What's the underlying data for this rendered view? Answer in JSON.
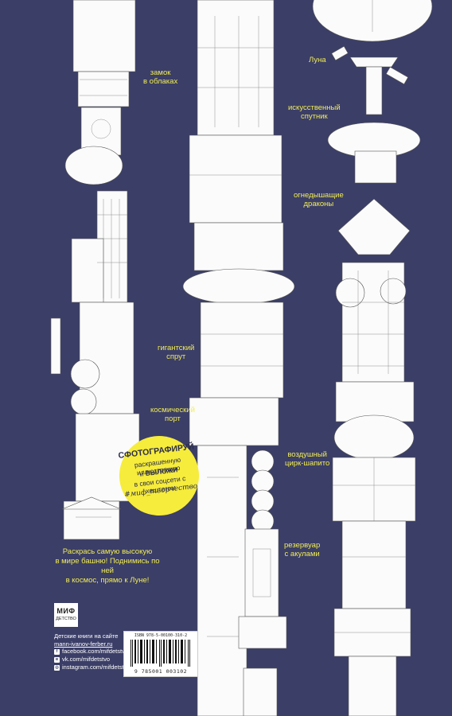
{
  "labels": {
    "castle": [
      "замок",
      "в облаках"
    ],
    "moon": "Луна",
    "satellite": [
      "искусственный",
      "спутник"
    ],
    "dragons": [
      "огнедышащие",
      "драконы"
    ],
    "octopus": [
      "гигантский",
      "спрут"
    ],
    "spaceport": [
      "космический",
      "порт"
    ],
    "circus": [
      "воздушный",
      "цирк-шапито"
    ],
    "reservoir": [
      "резервуар",
      "с акулами"
    ]
  },
  "intro": [
    "Раскрась самую высокую",
    "в мире башню! Поднимись по ней",
    "в космос, прямо к Луне!"
  ],
  "badge": {
    "line1": "СФОТОГРАФИРУЙ",
    "line2": "раскрашенную иллюстрацию",
    "line3_prefix": "и ",
    "line3_bold": "ВЫЛОЖИ",
    "line4": "в свои соцсети с хештегом",
    "hashtag": "#миф_творчество"
  },
  "publisher": {
    "logo_main": "МИФ",
    "logo_sub": "ДЕТСТВО",
    "site_label": "Детские книги на сайте",
    "site_url": "mann-ivanov-ferber.ru",
    "social": [
      {
        "icon": "facebook-icon",
        "glyph": "f",
        "text": "facebook.com/mifdetstvo"
      },
      {
        "icon": "vk-icon",
        "glyph": "в",
        "text": "vk.com/mifdetstvo"
      },
      {
        "icon": "instagram-icon",
        "glyph": "◎",
        "text": "instagram.com/mifdetstvo"
      }
    ]
  },
  "barcode": {
    "isbn": "ISBN 978-5-00100-310-2",
    "number": "9 785001 003102"
  },
  "colors": {
    "background": "#3b3e67",
    "label_yellow": "#f1ec55",
    "badge_yellow": "#f6ec3b"
  }
}
